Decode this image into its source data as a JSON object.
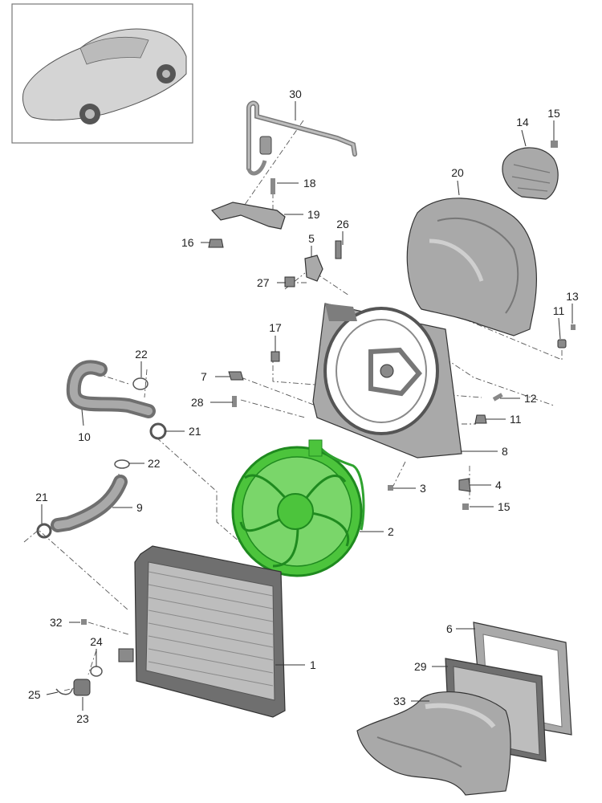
{
  "callouts": [
    {
      "id": "c1",
      "text": "1"
    },
    {
      "id": "c2",
      "text": "2"
    },
    {
      "id": "c3",
      "text": "3"
    },
    {
      "id": "c4",
      "text": "4"
    },
    {
      "id": "c5",
      "text": "5"
    },
    {
      "id": "c6",
      "text": "6"
    },
    {
      "id": "c7",
      "text": "7"
    },
    {
      "id": "c8",
      "text": "8"
    },
    {
      "id": "c9",
      "text": "9"
    },
    {
      "id": "c10",
      "text": "10"
    },
    {
      "id": "c11a",
      "text": "11"
    },
    {
      "id": "c11b",
      "text": "11"
    },
    {
      "id": "c12",
      "text": "12"
    },
    {
      "id": "c13",
      "text": "13"
    },
    {
      "id": "c14",
      "text": "14"
    },
    {
      "id": "c15a",
      "text": "15"
    },
    {
      "id": "c15b",
      "text": "15"
    },
    {
      "id": "c16",
      "text": "16"
    },
    {
      "id": "c17",
      "text": "17"
    },
    {
      "id": "c18",
      "text": "18"
    },
    {
      "id": "c19",
      "text": "19"
    },
    {
      "id": "c20",
      "text": "20"
    },
    {
      "id": "c21a",
      "text": "21"
    },
    {
      "id": "c21b",
      "text": "21"
    },
    {
      "id": "c22a",
      "text": "22"
    },
    {
      "id": "c22b",
      "text": "22"
    },
    {
      "id": "c23",
      "text": "23"
    },
    {
      "id": "c24",
      "text": "24"
    },
    {
      "id": "c25",
      "text": "25"
    },
    {
      "id": "c26",
      "text": "26"
    },
    {
      "id": "c27",
      "text": "27"
    },
    {
      "id": "c28",
      "text": "28"
    },
    {
      "id": "c29",
      "text": "29"
    },
    {
      "id": "c30",
      "text": "30"
    },
    {
      "id": "c32",
      "text": "32"
    },
    {
      "id": "c33",
      "text": "33"
    }
  ],
  "highlight": {
    "part": "2",
    "color": "#4cc43c",
    "stroke": "#1f8a1f"
  },
  "colors": {
    "part_grey": "#a9a9a9",
    "part_dark": "#6f6f6f",
    "line": "#333333",
    "thumbnail_border": "#777777"
  }
}
